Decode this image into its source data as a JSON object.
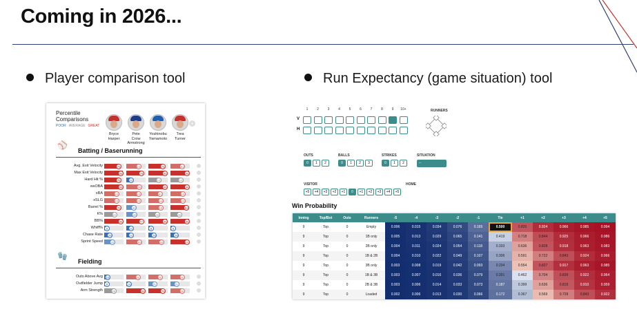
{
  "slide": {
    "title": "Coming in 2026...",
    "bullets": [
      "Player comparison tool",
      "Run Expectancy (game situation) tool"
    ]
  },
  "colors": {
    "accent_red": "#c4302b",
    "accent_blue": "#2f3e78",
    "teal": "#3d8c8c",
    "good_red": "#c8312b",
    "poor_blue": "#3a6fb5"
  },
  "percentile_card": {
    "title_line1": "Percentile",
    "title_line2": "Comparisons",
    "legend": [
      "POOR",
      "AVERAGE",
      "GREAT"
    ],
    "players": [
      {
        "line1": "Bryce",
        "line2": "Harper",
        "line3": "",
        "cap": "#c4302b"
      },
      {
        "line1": "Pete",
        "line2": "Crow",
        "line3": "Armstrong",
        "cap": "#1f3e8a"
      },
      {
        "line1": "Yoshinobu",
        "line2": "Yamamoto",
        "line3": "",
        "cap": "#1f5fb0"
      },
      {
        "line1": "Trea",
        "line2": "Turner",
        "line3": "",
        "cap": "#c4302b"
      }
    ],
    "add_player_icon": "+",
    "sections": [
      {
        "name": "Batting / Baserunning",
        "metrics": [
          {
            "label": "Avg. Exit Velocity",
            "values": [
              75,
              63,
              75,
              62
            ]
          },
          {
            "label": "Max Exit Velocity",
            "values": [
              96,
              78,
              90,
              96
            ]
          },
          {
            "label": "Hard Hit %",
            "values": [
              75,
              24,
              53,
              53
            ]
          },
          {
            "label": "xwOBA",
            "values": [
              89,
              68,
              89,
              89
            ]
          },
          {
            "label": "xBA",
            "values": [
              63,
              63,
              61,
              63
            ]
          },
          {
            "label": "xSLG",
            "values": [
              63,
              63,
              64,
              63
            ]
          },
          {
            "label": "Barrel %",
            "values": [
              76,
              40,
              63,
              83
            ]
          },
          {
            "label": "K%",
            "values": [
              52,
              44,
              46,
              46
            ]
          },
          {
            "label": "BB%",
            "values": [
              95,
              77,
              95,
              95
            ]
          },
          {
            "label": "Whiff%",
            "values": [
              9,
              24,
              8,
              8
            ]
          },
          {
            "label": "Chase Rate",
            "values": [
              29,
              24,
              29,
              29
            ]
          },
          {
            "label": "Sprint Speed",
            "values": [
              43,
              69,
              68,
              84
            ]
          }
        ]
      },
      {
        "name": "Fielding",
        "metrics": [
          {
            "label": "Outs Above Avg",
            "values": [
              18,
              60,
              60,
              60
            ]
          },
          {
            "label": "Outfielder Jump",
            "values": [
              8,
              15,
              31,
              31
            ]
          },
          {
            "label": "Arm Strength",
            "values": [
              49,
              92,
              76,
              59
            ]
          }
        ]
      }
    ]
  },
  "run_expectancy": {
    "innings": [
      "1",
      "2",
      "3",
      "4",
      "5",
      "6",
      "7",
      "8",
      "9",
      "10+"
    ],
    "selected_inning_index": 8,
    "team_rows": [
      "V",
      "H"
    ],
    "runners_label": "RUNNERS",
    "outs": {
      "label": "OUTS",
      "options": [
        "0",
        "1",
        "2"
      ],
      "selected": 0
    },
    "balls": {
      "label": "BALLS",
      "options": [
        "0",
        "1",
        "2",
        "3"
      ],
      "selected": 0
    },
    "strikes": {
      "label": "STRIKES",
      "options": [
        "0",
        "1",
        "2"
      ],
      "selected": 0
    },
    "situation": {
      "label": "SITUATION",
      "value": "--"
    },
    "score_diff": {
      "visitor_label": "VISITOR",
      "home_label": "HOME",
      "options": [
        "+5",
        "+4",
        "+3",
        "+2",
        "+1",
        "0",
        "+1",
        "+2",
        "+3",
        "+4",
        "+5"
      ],
      "selected": 5
    },
    "win_prob": {
      "title": "Win Probability",
      "columns": [
        "Inning",
        "Top/Bot",
        "Outs",
        "Runners",
        "-5",
        "-4",
        "-3",
        "-2",
        "-1",
        "Tie",
        "+1",
        "+2",
        "+3",
        "+4",
        "+5"
      ],
      "rows": [
        {
          "inning": "9",
          "half": "Top",
          "outs": "0",
          "runners": "Empty",
          "values": [
            "0.006",
            "0.015",
            "0.034",
            "0.076",
            "0.165",
            "0.500",
            "0.825",
            "0.924",
            "0.966",
            "0.985",
            "0.994"
          ]
        },
        {
          "inning": "9",
          "half": "Top",
          "outs": "0",
          "runners": "1B only",
          "values": [
            "0.005",
            "0.013",
            "0.029",
            "0.065",
            "0.141",
            "0.419",
            "0.718",
            "0.844",
            "0.925",
            "0.966",
            "0.986"
          ]
        },
        {
          "inning": "9",
          "half": "Top",
          "outs": "0",
          "runners": "2B only",
          "values": [
            "0.004",
            "0.011",
            "0.024",
            "0.054",
            "0.118",
            "0.333",
            "0.636",
            "0.828",
            "0.918",
            "0.963",
            "0.983"
          ]
        },
        {
          "inning": "9",
          "half": "Top",
          "outs": "0",
          "runners": "1B & 2B",
          "values": [
            "0.004",
            "0.010",
            "0.022",
            "0.049",
            "0.107",
            "0.306",
            "0.591",
            "0.722",
            "0.843",
            "0.924",
            "0.966"
          ]
        },
        {
          "inning": "9",
          "half": "Top",
          "outs": "0",
          "runners": "3B only",
          "values": [
            "0.003",
            "0.008",
            "0.019",
            "0.042",
            "0.093",
            "0.234",
            "0.554",
            "0.827",
            "0.917",
            "0.963",
            "0.985"
          ]
        },
        {
          "inning": "9",
          "half": "Top",
          "outs": "0",
          "runners": "1B & 3B",
          "values": [
            "0.003",
            "0.007",
            "0.016",
            "0.036",
            "0.079",
            "0.201",
            "0.462",
            "0.704",
            "0.839",
            "0.922",
            "0.964"
          ]
        },
        {
          "inning": "9",
          "half": "Top",
          "outs": "0",
          "runners": "2B & 3B",
          "values": [
            "0.003",
            "0.006",
            "0.014",
            "0.033",
            "0.073",
            "0.187",
            "0.399",
            "0.636",
            "0.819",
            "0.910",
            "0.959"
          ]
        },
        {
          "inning": "9",
          "half": "Top",
          "outs": "0",
          "runners": "Loaded",
          "values": [
            "0.002",
            "0.006",
            "0.013",
            "0.030",
            "0.066",
            "0.172",
            "0.367",
            "0.569",
            "0.728",
            "0.843",
            "0.922"
          ]
        }
      ],
      "highlight": {
        "row": 0,
        "col": 5
      }
    }
  }
}
